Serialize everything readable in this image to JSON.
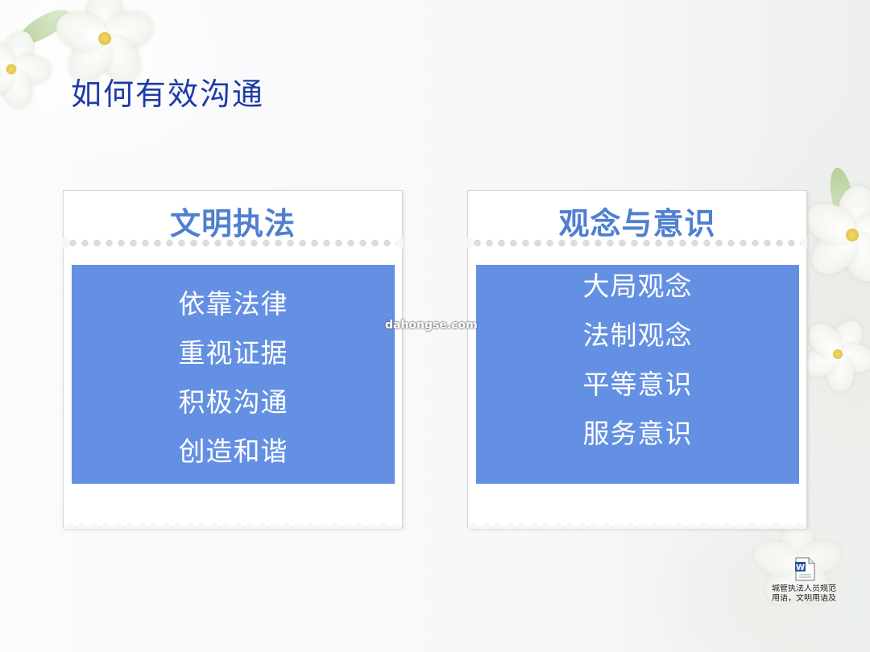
{
  "title": "如何有效沟通",
  "cards": [
    {
      "heading": "文明执法",
      "items": [
        "依靠法律",
        "重视证据",
        "积极沟通",
        "创造和谐"
      ]
    },
    {
      "heading": "观念与意识",
      "items": [
        "大局观念",
        "法制观念",
        "平等意识",
        "服务意识"
      ]
    }
  ],
  "watermark": "dahongse.com",
  "embedded_file": {
    "icon": "word-document-icon",
    "caption_lines": [
      "城管执法人员规范",
      "用语，文明用语及"
    ]
  },
  "colors": {
    "title": "#1f3aa8",
    "heading": "#4f7fd1",
    "panel": "#6490e3"
  }
}
